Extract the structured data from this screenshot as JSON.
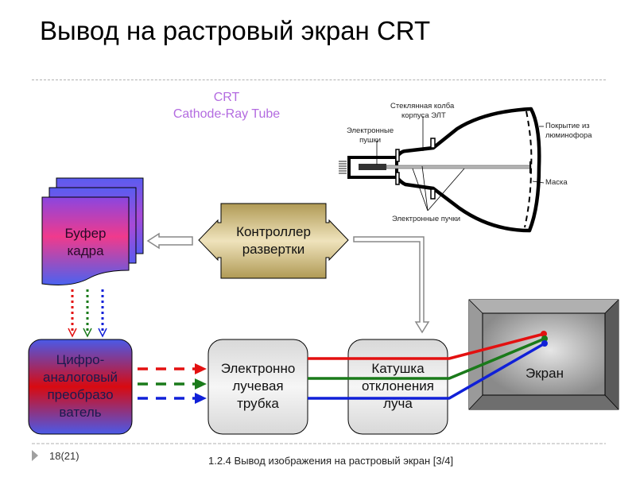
{
  "slide": {
    "title": "Вывод на растровый экран CRT",
    "caption": {
      "line1": "CRT",
      "line2": "Cathode-Ray Tube"
    }
  },
  "crt_illustration": {
    "labels": {
      "glass_bulb_1": "Стеклянная колба",
      "glass_bulb_2": "корпуса ЭЛТ",
      "guns_1": "Электронные",
      "guns_2": "пушки",
      "phosphor_1": "Покрытие из",
      "phosphor_2": "люминофора",
      "mask": "Маска",
      "beams": "Электронные пучки"
    }
  },
  "blocks": {
    "frame_buffer": {
      "line1": "Буфер",
      "line2": "кадра"
    },
    "scan_controller": {
      "line1": "Контроллер",
      "line2": "развертки"
    },
    "dac": {
      "line1": "Цифро-",
      "line2": "аналоговый",
      "line3": "преобразо",
      "line4": "ватель"
    },
    "crt_tube": {
      "line1": "Электронно",
      "line2": "лучевая",
      "line3": "трубка"
    },
    "deflection_coil": {
      "line1": "Катушка",
      "line2": "отклонения",
      "line3": "луча"
    },
    "screen": {
      "label": "Экран"
    }
  },
  "signal_colors": {
    "red": "#e31010",
    "green": "#1a7a1a",
    "blue": "#1020d8"
  },
  "footer": {
    "page": "18(21)",
    "section": "1.2.4 Вывод изображения на растровый экран  [3/4]"
  }
}
